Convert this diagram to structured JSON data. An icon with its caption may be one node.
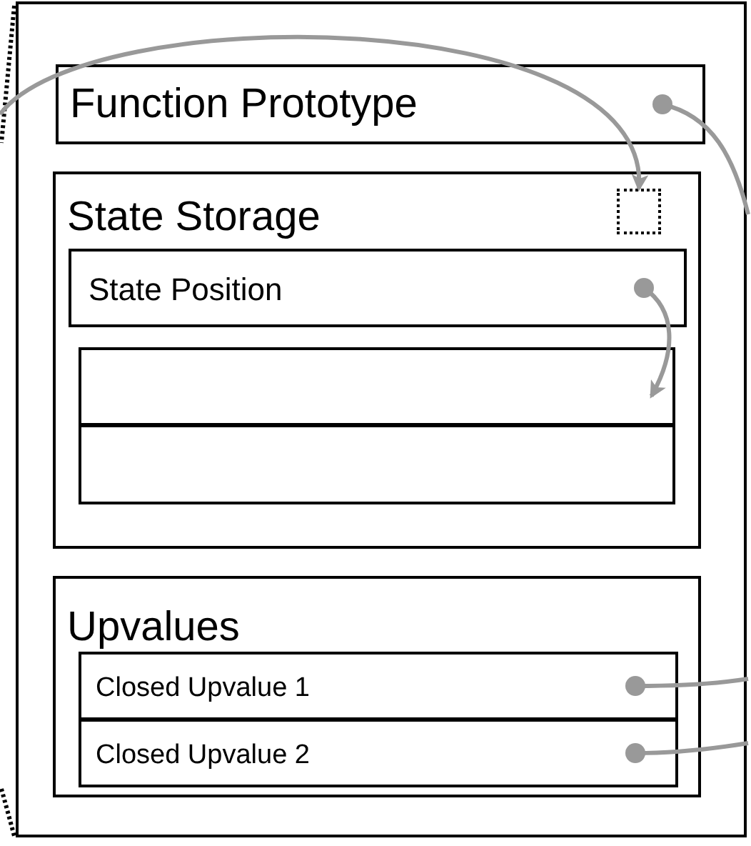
{
  "diagram": {
    "nodes": [
      {
        "text": [],
        "shape": "box"
      },
      {
        "text": [
          "Function Prototype"
        ],
        "in": 0
      },
      {
        "text": [
          "State Storage"
        ],
        "in": 0
      },
      {
        "text": [],
        "shape": "box",
        "in": 2
      },
      {
        "text": [
          "State Position"
        ],
        "in": 2
      },
      {
        "text": [],
        "shape": "box",
        "in": 2
      },
      {
        "text": [],
        "shape": "box",
        "in": 2
      },
      {
        "text": [
          "Upvalues"
        ],
        "in": 0
      },
      {
        "text": [
          "Closed Upvalue 1"
        ],
        "in": 7
      },
      {
        "text": [
          "Closed Upvalue 2"
        ],
        "in": 7
      }
    ],
    "edges": [
      {
        "from": null,
        "to": 3,
        "arrow": "to"
      },
      {
        "from": 1,
        "to": null,
        "arrow": "other"
      },
      {
        "from": 4,
        "to": 5,
        "arrow": "to"
      },
      {
        "from": 8,
        "to": null,
        "arrow": "other"
      },
      {
        "from": 9,
        "to": null,
        "arrow": "other"
      }
    ]
  }
}
